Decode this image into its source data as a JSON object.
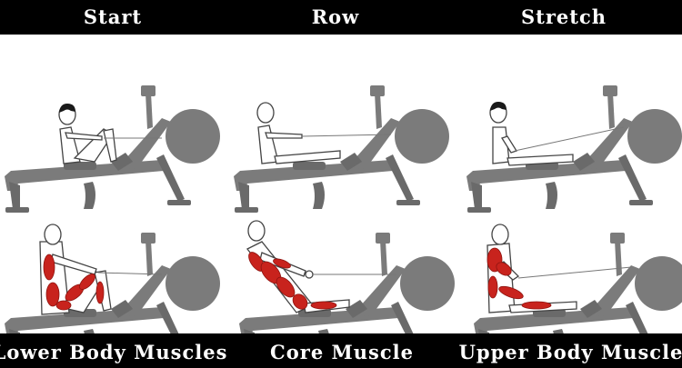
{
  "header": {
    "phases": [
      {
        "label": "Start"
      },
      {
        "label": "Row"
      },
      {
        "label": "Stretch"
      }
    ]
  },
  "footer": {
    "groups": [
      {
        "label": "Lower Body Muscles"
      },
      {
        "label": "Core Muscle"
      },
      {
        "label": "Upper Body Muscle"
      }
    ]
  },
  "colors": {
    "machine": "#7b7b7b",
    "machine_dark": "#6a6a6a",
    "muscle": "#c8231d",
    "muscle_stroke": "#8e1410",
    "outline": "#444444",
    "background": "#000000",
    "panel": "#ffffff"
  },
  "icons": [
    "rowing-machine-icon",
    "rower-figure-icon",
    "flywheel-icon",
    "muscle-highlight-icon"
  ]
}
